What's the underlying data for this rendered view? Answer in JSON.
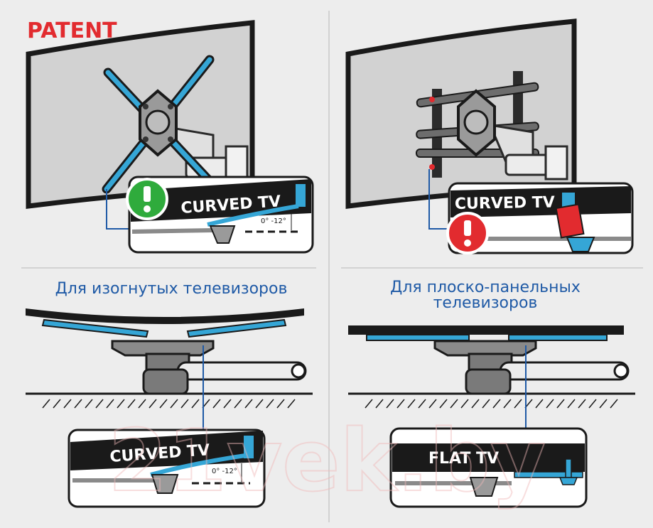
{
  "title": "PATENT",
  "colors": {
    "accent_blue": "#35a6d6",
    "brand_red": "#e22b2f",
    "ok_green": "#2fab3c",
    "caption_blue": "#1f5aa6",
    "dark": "#1a1a1a",
    "grey_tv": "#cfcfcf",
    "grey_mount": "#8a8a8a"
  },
  "top_left": {
    "callout_label": "CURVED TV",
    "angle_label": "0° -12°",
    "status_icon": "ok-exclamation-icon"
  },
  "top_right": {
    "callout_label": "CURVED TV",
    "status_icon": "error-exclamation-icon"
  },
  "bottom_left": {
    "caption": "Для изогнутых телевизоров",
    "callout_label": "CURVED TV",
    "angle_label": "0° -12°"
  },
  "bottom_right": {
    "caption_line1": "Для плоско-панельных",
    "caption_line2": "телевизоров",
    "callout_label": "FLAT TV"
  },
  "watermark": "21vek.by"
}
